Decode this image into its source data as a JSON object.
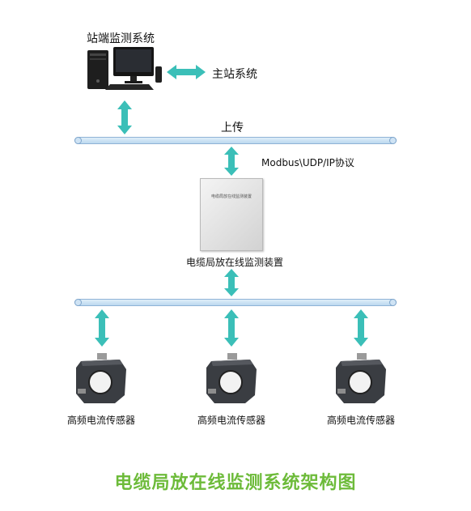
{
  "labels": {
    "station_monitoring": "站端监测系统",
    "master_station": "主站系统",
    "upload": "上传",
    "protocol": "Modbus\\UDP/IP协议",
    "device_name": "电缆局放在线监测装置",
    "device_plate": "电缆局放在线监测装置",
    "sensor_1": "高频电流传感器",
    "sensor_2": "高频电流传感器",
    "sensor_3": "高频电流传感器"
  },
  "footer": {
    "title": "电缆局放在线监测系统架构图"
  },
  "colors": {
    "arrow": "#3bbfb8",
    "bus_fill": "#cfe3f4",
    "bus_border": "#8fb3d6",
    "title_green": "#6dbb3a"
  },
  "icons": [
    "desktop-computer-icon",
    "monitoring-device-icon",
    "current-sensor-icon"
  ]
}
